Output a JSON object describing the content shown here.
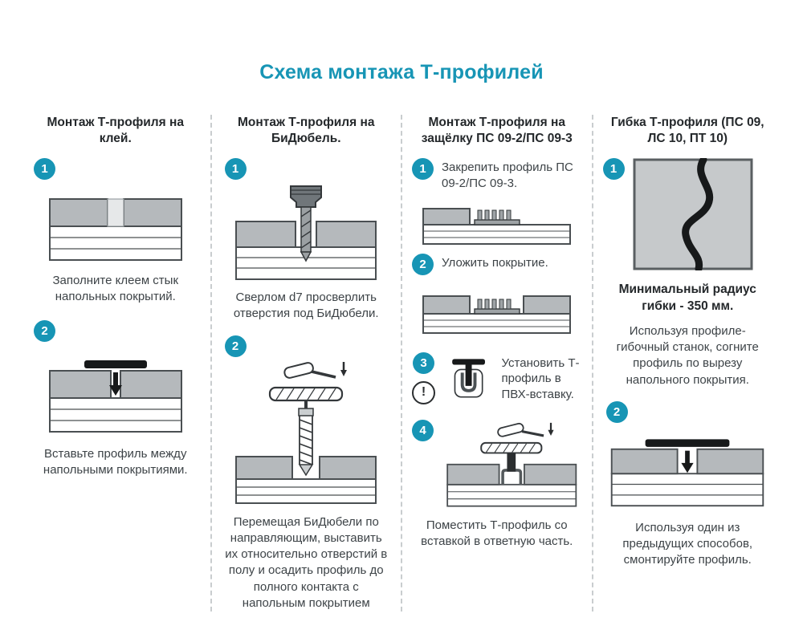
{
  "title": "Схема монтажа Т-профилей",
  "colors": {
    "accent": "#1795b5",
    "text": "#3d4347",
    "diagram_gray": "#b5b9bc"
  },
  "columns": {
    "glue": {
      "header": "Монтаж Т-профиля на клей.",
      "step1": {
        "num": "1",
        "caption": "Заполните клеем стык напольных покрытий."
      },
      "step2": {
        "num": "2",
        "caption": "Вставьте профиль между напольными покрытиями."
      }
    },
    "bidowel": {
      "header": "Монтаж Т-профиля на БиДюбель.",
      "step1": {
        "num": "1",
        "caption": "Сверлом d7 просверлить отверстия под БиДюбели."
      },
      "step2": {
        "num": "2",
        "caption": "Перемещая БиДюбели по направляющим, выставить их относительно отверстий в полу и осадить профиль до полного контакта с напольным покрытием"
      }
    },
    "latch": {
      "header": "Монтаж Т-профиля на защёлку ПС 09-2/ПС 09-3",
      "step1": {
        "num": "1",
        "caption": "Закрепить профиль ПС 09-2/ПС 09-3."
      },
      "step2": {
        "num": "2",
        "caption": "Уложить покрытие."
      },
      "step3": {
        "num": "3",
        "warning_mark": "!",
        "caption": "Установить Т-профиль в ПВХ-вставку."
      },
      "step4": {
        "num": "4",
        "caption": "Поместить Т-профиль со вставкой в ответную часть."
      }
    },
    "bending": {
      "header": "Гибка Т-профиля (ПС 09, ЛС 10, ПТ 10)",
      "step1": {
        "num": "1",
        "radius_note": "Минимальный радиус гибки - 350 мм.",
        "caption": "Используя профиле-гибочный станок, согните профиль по вырезу напольного покрытия."
      },
      "step2": {
        "num": "2",
        "caption": "Используя один из предыдущих способов, смонтируйте профиль."
      }
    }
  }
}
